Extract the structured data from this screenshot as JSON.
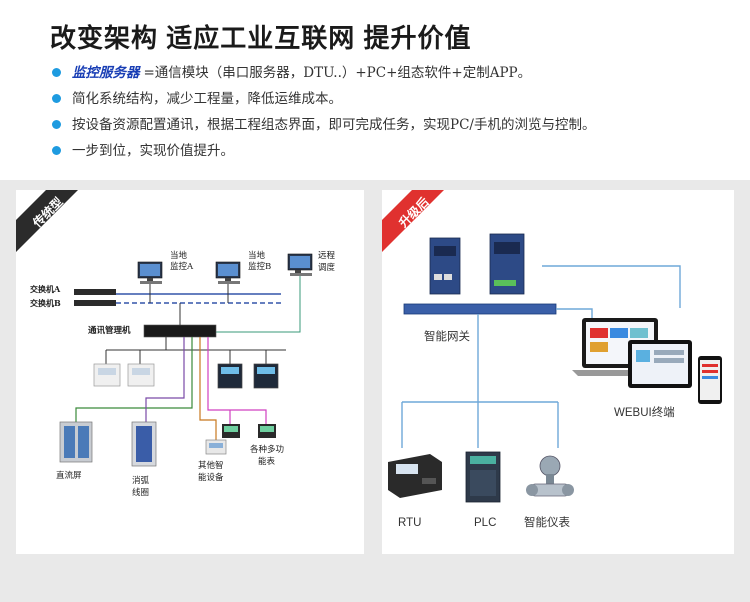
{
  "headline": "改变架构  适应工业互联网  提升价值",
  "bullets": [
    {
      "emphasis": "监控服务器",
      "text": "=通信模块（串口服务器，DTU..）+PC+组态软件+定制APP。"
    },
    {
      "emphasis": "",
      "text": "简化系统结构，减少工程量，降低运维成本。"
    },
    {
      "emphasis": "",
      "text": "按设备资源配置通讯，根据工程组态界面，即可完成任务，实现PC/手机的浏览与控制。"
    },
    {
      "emphasis": "",
      "text": "一步到位，实现价值提升。"
    }
  ],
  "left_panel": {
    "ribbon": "传统型",
    "labels": {
      "local_a": [
        "当地",
        "监控A"
      ],
      "local_b": [
        "当地",
        "监控B"
      ],
      "remote": [
        "远程",
        "调度"
      ],
      "switch_a": "交换机A",
      "switch_b": "交换机B",
      "comm_manager": "通讯管理机",
      "dc_panel": "直流屏",
      "arc": [
        "消弧",
        "线圈"
      ],
      "other": [
        "其他智",
        "能设备"
      ],
      "meters": [
        "各种多功",
        "能表"
      ]
    }
  },
  "right_panel": {
    "ribbon": "升级后",
    "labels": {
      "gateway": "智能网关",
      "webui": "WEBUI终端",
      "rtu": "RTU",
      "plc": "PLC",
      "instrument": "智能仪表"
    }
  },
  "colors": {
    "accent_blue": "#1e9be0",
    "ribbon_dark": "#2b2b2b",
    "ribbon_red": "#e0312f",
    "emphasis_blue": "#1a3fb5",
    "line_blue": "#6fa8d8"
  }
}
